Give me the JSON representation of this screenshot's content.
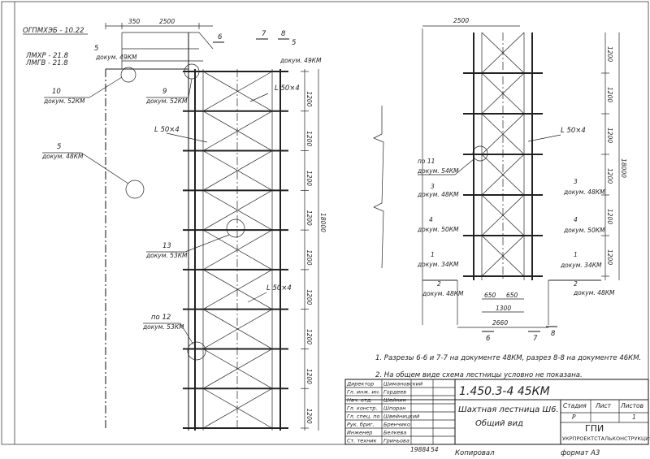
{
  "left_view": {
    "top_notes": [
      "ОГПМХЭБ - 10.22",
      "ЛМХР - 21.8",
      "ЛМГВ - 21.8"
    ],
    "dims_top": [
      "350",
      "2500"
    ],
    "section_marks": [
      "6",
      "7",
      "8"
    ],
    "total_height": "18000",
    "segment_heights": [
      "1200",
      "1200",
      "1200",
      "1200",
      "1200",
      "1200",
      "1200",
      "1200",
      "1200"
    ],
    "callouts": [
      {
        "num": "5",
        "doc": "докум. 49КМ"
      },
      {
        "num": "10",
        "doc": "докум. 52КМ"
      },
      {
        "num": "9",
        "doc": "докум. 52КМ"
      },
      {
        "num": "5",
        "doc": "докум. 48КМ"
      },
      {
        "num": "13",
        "doc": "докум. 53КМ"
      },
      {
        "num": "по 12",
        "doc": "докум. 53КМ"
      },
      {
        "num": "5",
        "doc": "докум. 49КМ"
      }
    ],
    "profiles": [
      "L 50×4",
      "L 50×4",
      "L 50×4"
    ]
  },
  "right_view": {
    "dim_top": "2500",
    "total_height": "18000",
    "segment_heights": [
      "1200",
      "1200",
      "1200",
      "1200",
      "1200",
      "1200"
    ],
    "profile": "L 50×4",
    "callouts": [
      {
        "num": "по 11",
        "doc": "докум. 54КМ"
      },
      {
        "num": "3",
        "doc": "докум. 48КМ"
      },
      {
        "num": "3",
        "doc": "докум. 48КМ"
      },
      {
        "num": "4",
        "doc": "докум. 50КМ"
      },
      {
        "num": "4",
        "doc": "докум. 50КМ"
      },
      {
        "num": "1",
        "doc": "докум. 34КМ"
      },
      {
        "num": "1",
        "doc": "докум. 34КМ"
      },
      {
        "num": "2",
        "doc": "докум. 48КМ"
      },
      {
        "num": "2",
        "doc": "докум. 48КМ"
      }
    ],
    "bottom_dims": [
      "650",
      "650",
      "1300",
      "2660"
    ],
    "section_marks": [
      "6",
      "7",
      "8"
    ]
  },
  "notes": [
    "1. Разрезы 6-6 и 7-7 на документе 48КМ, разрез 8-8 на документе 46КМ.",
    "2. На общем виде схема лестницы условно не показана."
  ],
  "title_block": {
    "code": "1.450.3-4 45КМ",
    "title_line1": "Шахтная лестница Ш6.",
    "title_line2": "Общий вид",
    "stage_label": "Стадия",
    "stage_value": "Р",
    "sheet_label": "Лист",
    "sheet_value": "",
    "sheets_label": "Листов",
    "sheets_value": "1",
    "org_line1": "ГПИ",
    "org_line2": "УКРПРОЕКТСТАЛЬКОНСТРУКЦИЯ",
    "roles": [
      {
        "role": "Директор",
        "name": "Шимановский"
      },
      {
        "role": "Гл. инж. ин.",
        "name": "Гордеев"
      },
      {
        "role": "Нач. отд.",
        "name": "Шейнин"
      },
      {
        "role": "Гл. констр.",
        "name": "Шпоран"
      },
      {
        "role": "Гл. спец. по",
        "name": "Швейницкий"
      },
      {
        "role": "Рук. бриг.",
        "name": "Бренчико"
      },
      {
        "role": "Инженер",
        "name": "Белкева"
      },
      {
        "role": "Ст. техник",
        "name": "Гриньова"
      }
    ]
  },
  "footer": {
    "inventory": "19884",
    "page": "54",
    "copied": "Копировал",
    "format": "формат А3"
  }
}
